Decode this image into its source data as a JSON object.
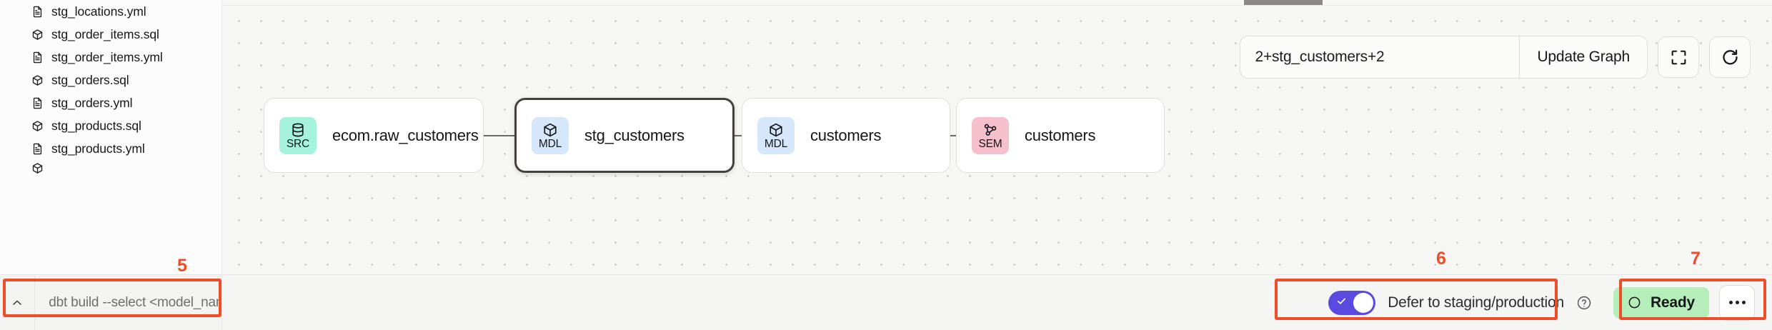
{
  "sidebar": {
    "files": [
      {
        "name": "stg_locations.yml",
        "icon": "yml-file-icon"
      },
      {
        "name": "stg_order_items.sql",
        "icon": "sql-model-icon"
      },
      {
        "name": "stg_order_items.yml",
        "icon": "yml-file-icon"
      },
      {
        "name": "stg_orders.sql",
        "icon": "sql-model-icon"
      },
      {
        "name": "stg_orders.yml",
        "icon": "yml-file-icon"
      },
      {
        "name": "stg_products.sql",
        "icon": "sql-model-icon"
      },
      {
        "name": "stg_products.yml",
        "icon": "yml-file-icon"
      }
    ]
  },
  "graph": {
    "toolbar": {
      "search_value": "2+stg_customers+2",
      "search_placeholder": "2+stg_customers+2",
      "update_label": "Update Graph",
      "fullscreen_icon": "fullscreen-icon",
      "refresh_icon": "refresh-icon"
    },
    "nodes": [
      {
        "id": "src",
        "badge": "SRC",
        "label": "ecom.raw_customers",
        "badge_color": "#a5f3dc",
        "icon": "database-icon",
        "selected": false
      },
      {
        "id": "stg",
        "badge": "MDL",
        "label": "stg_customers",
        "badge_color": "#d6e6fb",
        "icon": "cube-icon",
        "selected": true
      },
      {
        "id": "mart",
        "badge": "MDL",
        "label": "customers",
        "badge_color": "#d6e6fb",
        "icon": "cube-icon",
        "selected": false
      },
      {
        "id": "sem",
        "badge": "SEM",
        "label": "customers",
        "badge_color": "#f6bfcc",
        "icon": "graph-node-icon",
        "selected": false
      }
    ]
  },
  "bottom": {
    "chevron_icon": "chevron-up-icon",
    "command_placeholder": "dbt build --select <model_name>",
    "defer_label": "Defer to staging/production",
    "help_icon": "help-circle-icon",
    "status_label": "Ready",
    "status_color": "#b6eeb9",
    "more_icon": "more-horizontal-icon"
  },
  "annotations": {
    "marks": [
      {
        "number": "5"
      },
      {
        "number": "6"
      },
      {
        "number": "7"
      }
    ],
    "color": "#ed4d28"
  }
}
